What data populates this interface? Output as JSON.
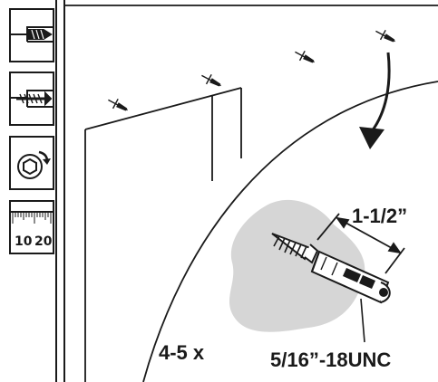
{
  "icons": {
    "drill": "drill-bit-icon",
    "anchor": "wall-anchor-icon",
    "wrench": "hex-wrench-icon",
    "ruler": "ruler-icon"
  },
  "ruler": {
    "num_left": "10",
    "num_right": "20"
  },
  "labels": {
    "length": "1-1/2”",
    "quantity": "4-5 x",
    "thread": "5/16”-18UNC"
  },
  "colors": {
    "ink": "#1a1a1a",
    "wall_patch": "#d6d6d6",
    "background": "#ffffff"
  }
}
